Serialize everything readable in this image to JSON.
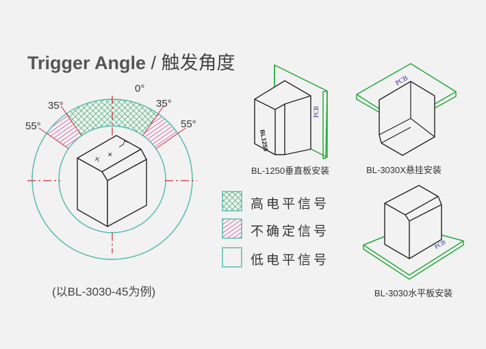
{
  "title": {
    "main": "Trigger Angle",
    "separator": " / ",
    "sub": "触发角度"
  },
  "angles": {
    "zero": "0°",
    "left_35": "35°",
    "right_35": "35°",
    "left_55": "55°",
    "right_55": "55°"
  },
  "zones": {
    "high_deg": 35,
    "uncertain_deg": 55
  },
  "note": "(以BL-3030-45为例)",
  "legend": [
    {
      "label": "高电平信号",
      "color": "#1ea35a"
    },
    {
      "label": "不确定信号",
      "color": "#c8288c"
    },
    {
      "label": "低电平信号",
      "color": "#4fb8a8"
    }
  ],
  "mounts": [
    {
      "caption": "BL-1250垂直板安装",
      "pcb": "PCB"
    },
    {
      "caption": "BL-3030X悬挂安装",
      "pcb": "PCB"
    },
    {
      "caption": "BL-3030水平板安装",
      "pcb": "PCB"
    }
  ],
  "colors": {
    "ring": "#4fb8a8",
    "pcb": "#22a838",
    "axis": "#c8283c",
    "pcb_text": "#2a2a90"
  }
}
